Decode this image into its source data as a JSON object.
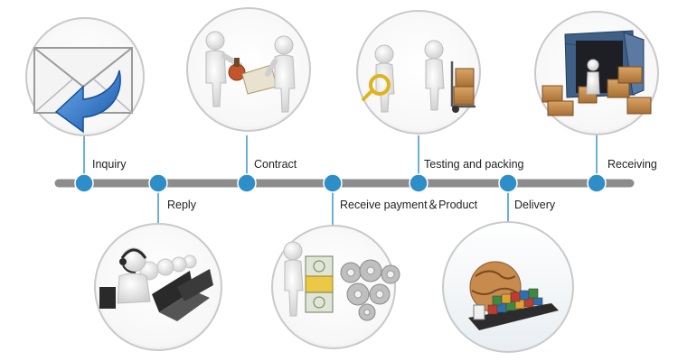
{
  "steps": [
    {
      "label": "Inquiry",
      "icon": "envelope-reply-icon"
    },
    {
      "label": "Reply",
      "icon": "customer-service-headset-icon"
    },
    {
      "label": "Contract",
      "icon": "contract-stamp-icon"
    },
    {
      "label": "Receive payment＆Product",
      "icon": "payment-and-gears-icon"
    },
    {
      "label": "Testing and packing",
      "icon": "magnifier-handtruck-icon"
    },
    {
      "label": "Delivery",
      "icon": "globe-cargo-ship-icon"
    },
    {
      "label": "Receiving",
      "icon": "container-boxes-icon"
    }
  ],
  "colors": {
    "timeline": "#8c8c8c",
    "node": "#2e8fc8",
    "circle_border": "#c9c9c9",
    "connector": "#2e8fc8",
    "envelope_arrow": "#1f63b8"
  }
}
